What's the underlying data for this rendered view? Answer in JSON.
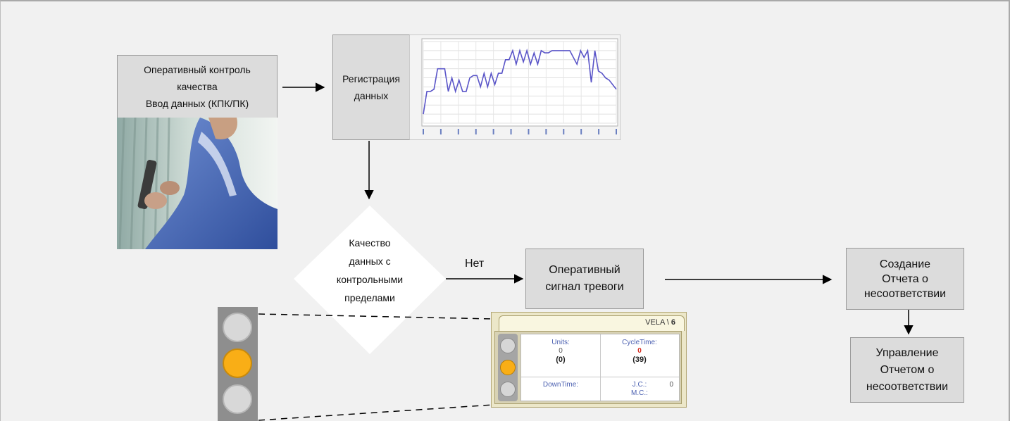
{
  "nodes": {
    "input": {
      "lines": [
        "Оперативный контроль",
        "качества",
        "Ввод данных (КПК/ПК)"
      ]
    },
    "register": {
      "lines": [
        "Регистрация",
        "данных"
      ]
    },
    "decision": {
      "lines": [
        "Качество",
        "данных с",
        "контрольными",
        "пределами"
      ]
    },
    "alarm": {
      "lines": [
        "Оперативный",
        "сигнал тревоги"
      ]
    },
    "create_report": {
      "lines": [
        "Создание",
        "Отчета о",
        "несоответствии"
      ]
    },
    "manage_report": {
      "lines": [
        "Управление",
        "Отчетом о",
        "несоответствии"
      ]
    }
  },
  "edge_labels": {
    "no": "Нет"
  },
  "vela_panel": {
    "tab_prefix": "VELA \\ ",
    "tab_number": "6",
    "units_label": "Units:",
    "units_value": "0",
    "units_total": "(0)",
    "cycle_label": "CycleTime:",
    "cycle_value": "0",
    "cycle_total": "(39)",
    "downtime_label": "DownTime:",
    "jc_label": "J.C.:",
    "jc_value": "0",
    "mc_label": "M.C.:"
  },
  "traffic_light": {
    "active": "middle",
    "active_color": "#f9ae16",
    "inactive_color": "#d8d8d8"
  },
  "chart_data": {
    "type": "line",
    "series": [
      {
        "values": [
          1.2,
          1.7,
          1.7,
          1.75,
          2.2,
          2.2,
          2.2,
          1.7,
          2.0,
          1.7,
          1.95,
          1.7,
          1.7,
          2.0,
          2.05,
          2.05,
          1.8,
          2.1,
          1.8,
          2.1,
          1.85,
          2.1,
          2.1,
          2.4,
          2.4,
          2.6,
          2.3,
          2.6,
          2.35,
          2.6,
          2.3,
          2.55,
          2.3,
          2.6,
          2.55,
          2.55,
          2.6,
          2.6,
          2.6,
          2.6,
          2.6,
          2.6,
          2.45,
          2.3,
          2.6,
          2.45,
          2.6,
          1.9,
          2.6,
          2.15,
          2.1,
          2.0,
          1.95,
          1.85,
          1.75
        ]
      }
    ],
    "line_color": "#5a55c8",
    "grid": true
  }
}
